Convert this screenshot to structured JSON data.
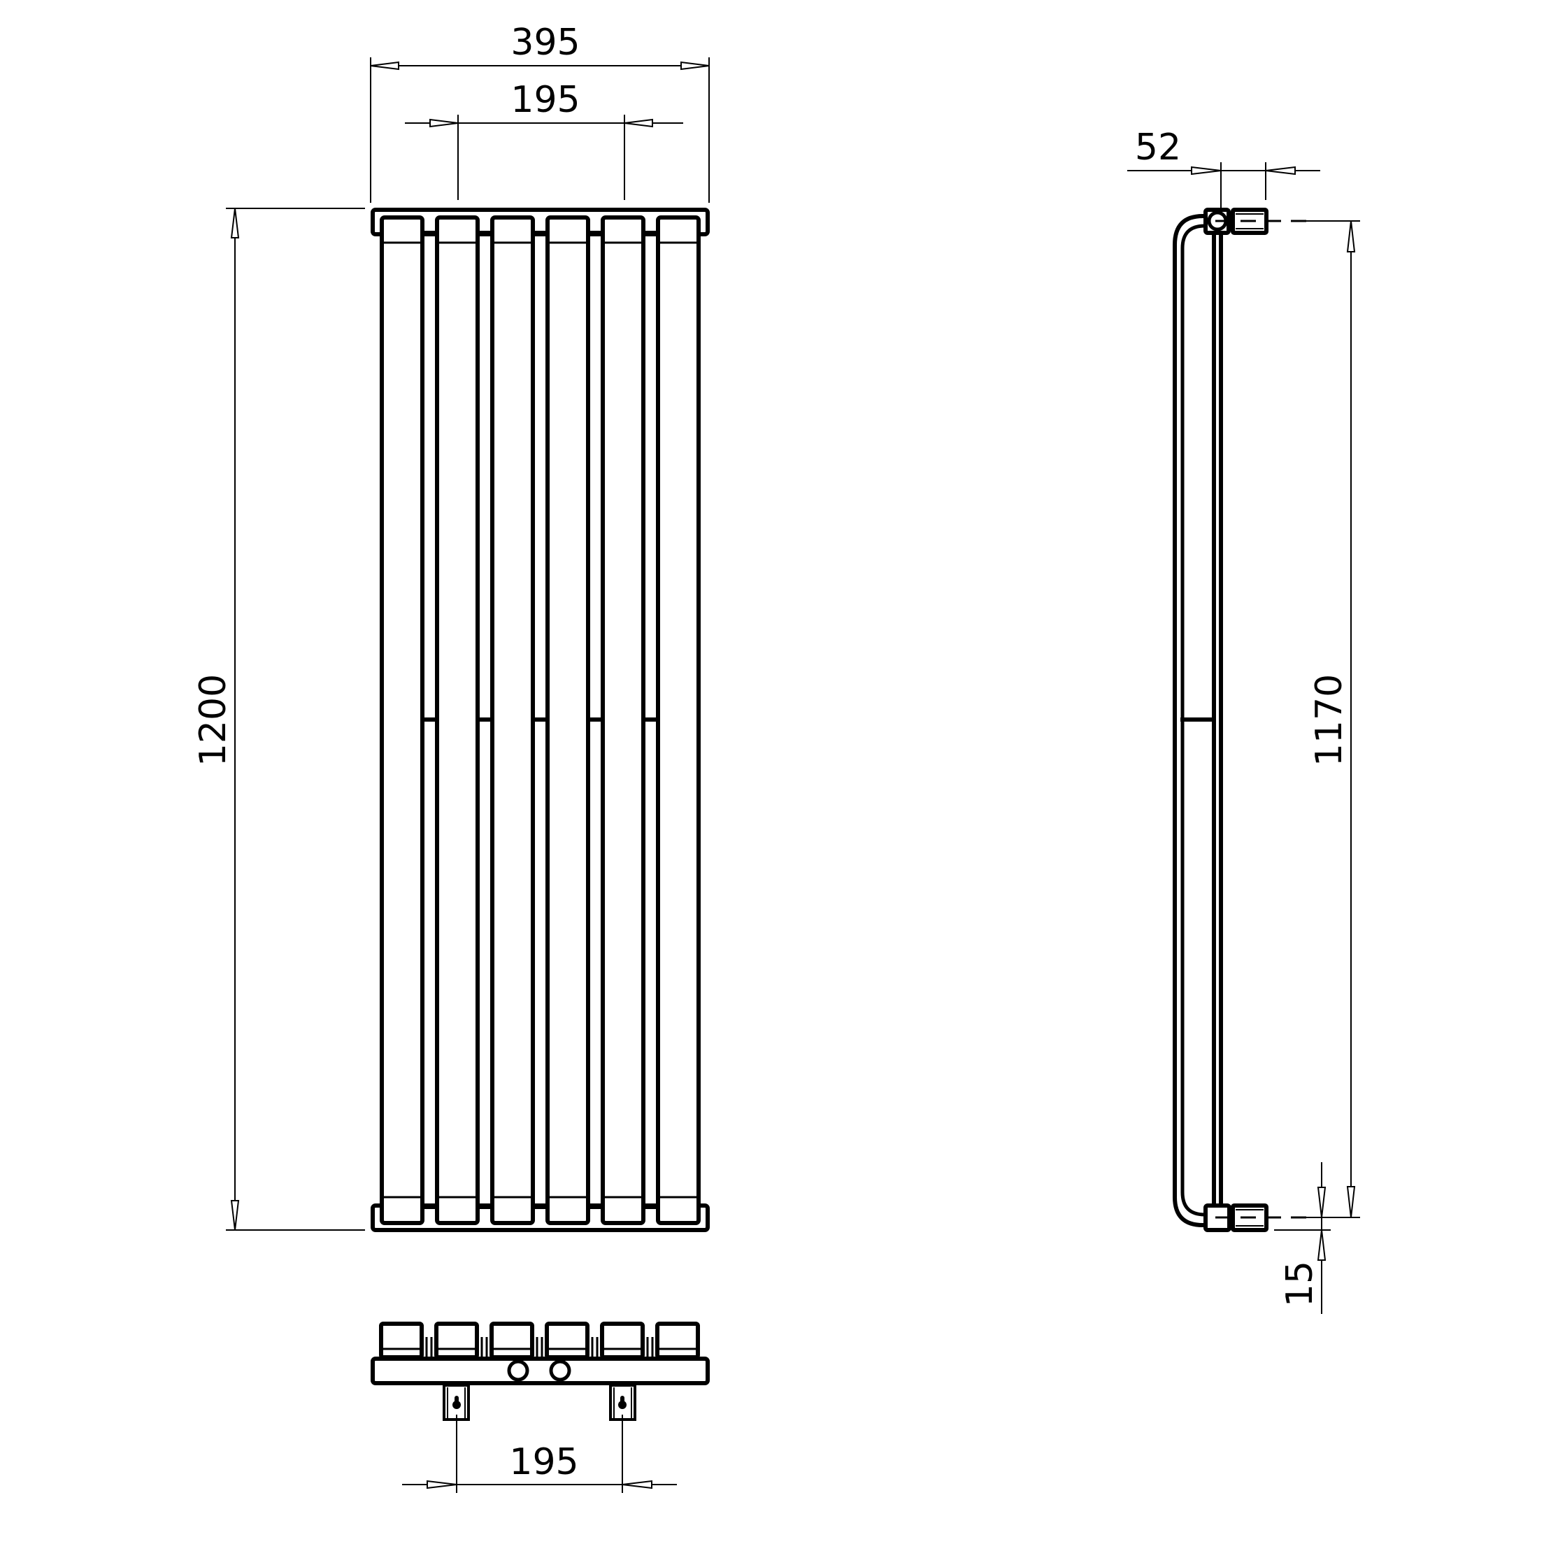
{
  "drawing": {
    "subject": "vertical column radiator technical drawing",
    "line_color": "#000000",
    "background": "#ffffff",
    "views": {
      "front": {
        "columns": 6,
        "dimensions": {
          "overall_width": "395",
          "bracket_spacing_top": "195",
          "overall_height": "1200"
        }
      },
      "side": {
        "dimensions": {
          "depth": "52",
          "connection_centres": "1170",
          "bottom_offset": "15"
        }
      },
      "top": {
        "columns": 6,
        "dimensions": {
          "bracket_spacing": "195"
        }
      }
    }
  }
}
